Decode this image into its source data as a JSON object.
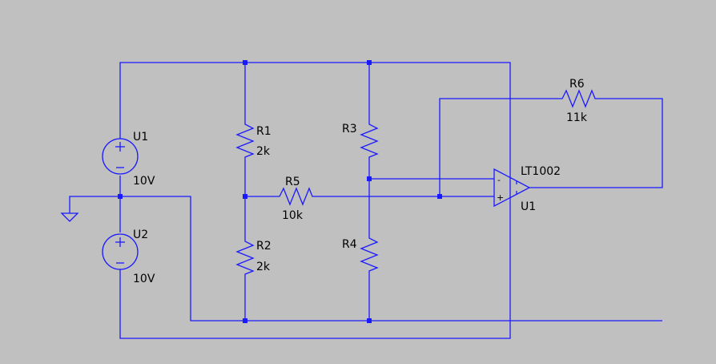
{
  "colors": {
    "background": "#c0c0c0",
    "wire": "#1a1aff",
    "text": "#000000"
  },
  "components": {
    "u1": {
      "name": "U1",
      "value": "10V"
    },
    "u2": {
      "name": "U2",
      "value": "10V"
    },
    "r1": {
      "name": "R1",
      "value": "2k"
    },
    "r2": {
      "name": "R2",
      "value": "2k"
    },
    "r3": {
      "name": "R3"
    },
    "r4": {
      "name": "R4"
    },
    "r5": {
      "name": "R5",
      "value": "10k"
    },
    "r6": {
      "name": "R6",
      "value": "11k"
    },
    "opamp": {
      "part": "LT1002",
      "name": "U1",
      "minus": "-",
      "plus": "+"
    }
  }
}
